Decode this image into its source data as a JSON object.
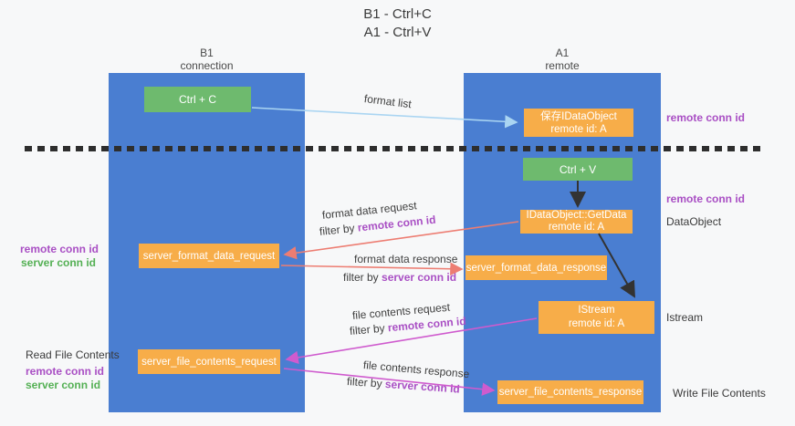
{
  "title": {
    "line1": "B1 - Ctrl+C",
    "line2": "A1 - Ctrl+V"
  },
  "lanes": {
    "left": {
      "header_line1": "B1",
      "header_line2": "connection"
    },
    "right": {
      "header_line1": "A1",
      "header_line2": "remote"
    }
  },
  "boxes": {
    "ctrl_c": "Ctrl + C",
    "ctrl_v": "Ctrl + V",
    "save_dataobject": {
      "line1": "保存IDataObject",
      "line2": "remote id: A"
    },
    "getdata": {
      "line1": "IDataObject::GetData",
      "line2": "remote id: A"
    },
    "istream": {
      "line1": "IStream",
      "line2": "remote id: A"
    },
    "format_request": "server_format_data_request",
    "format_response": "server_format_data_response",
    "file_request": "server_file_contents_request",
    "file_response": "server_file_contents_response"
  },
  "flow_labels": {
    "format_list": "format list",
    "format_data_request": "format data request",
    "format_data_response": "format data response",
    "file_contents_request": "file contents request",
    "file_contents_response": "file contents response",
    "filter_by": "filter by ",
    "remote_conn_id": "remote conn id",
    "server_conn_id": "server conn id"
  },
  "side_labels": {
    "remote_conn_id": "remote conn id",
    "server_conn_id": "server conn id",
    "dataobject": "DataObject",
    "istream": "Istream",
    "read_file_contents": "Read File Contents",
    "write_file_contents": "Write File Contents"
  },
  "colors": {
    "lane_blue": "#4a7ed1",
    "box_orange": "#f7ad49",
    "box_green": "#6eba6e",
    "purple_text": "#a94fc4",
    "green_text": "#54b054",
    "arrow_light_blue": "#aad5f2",
    "arrow_red": "#ed7d72",
    "arrow_magenta": "#cf5bce",
    "arrow_black": "#333333",
    "dashed_line": "#2e2e2e"
  }
}
